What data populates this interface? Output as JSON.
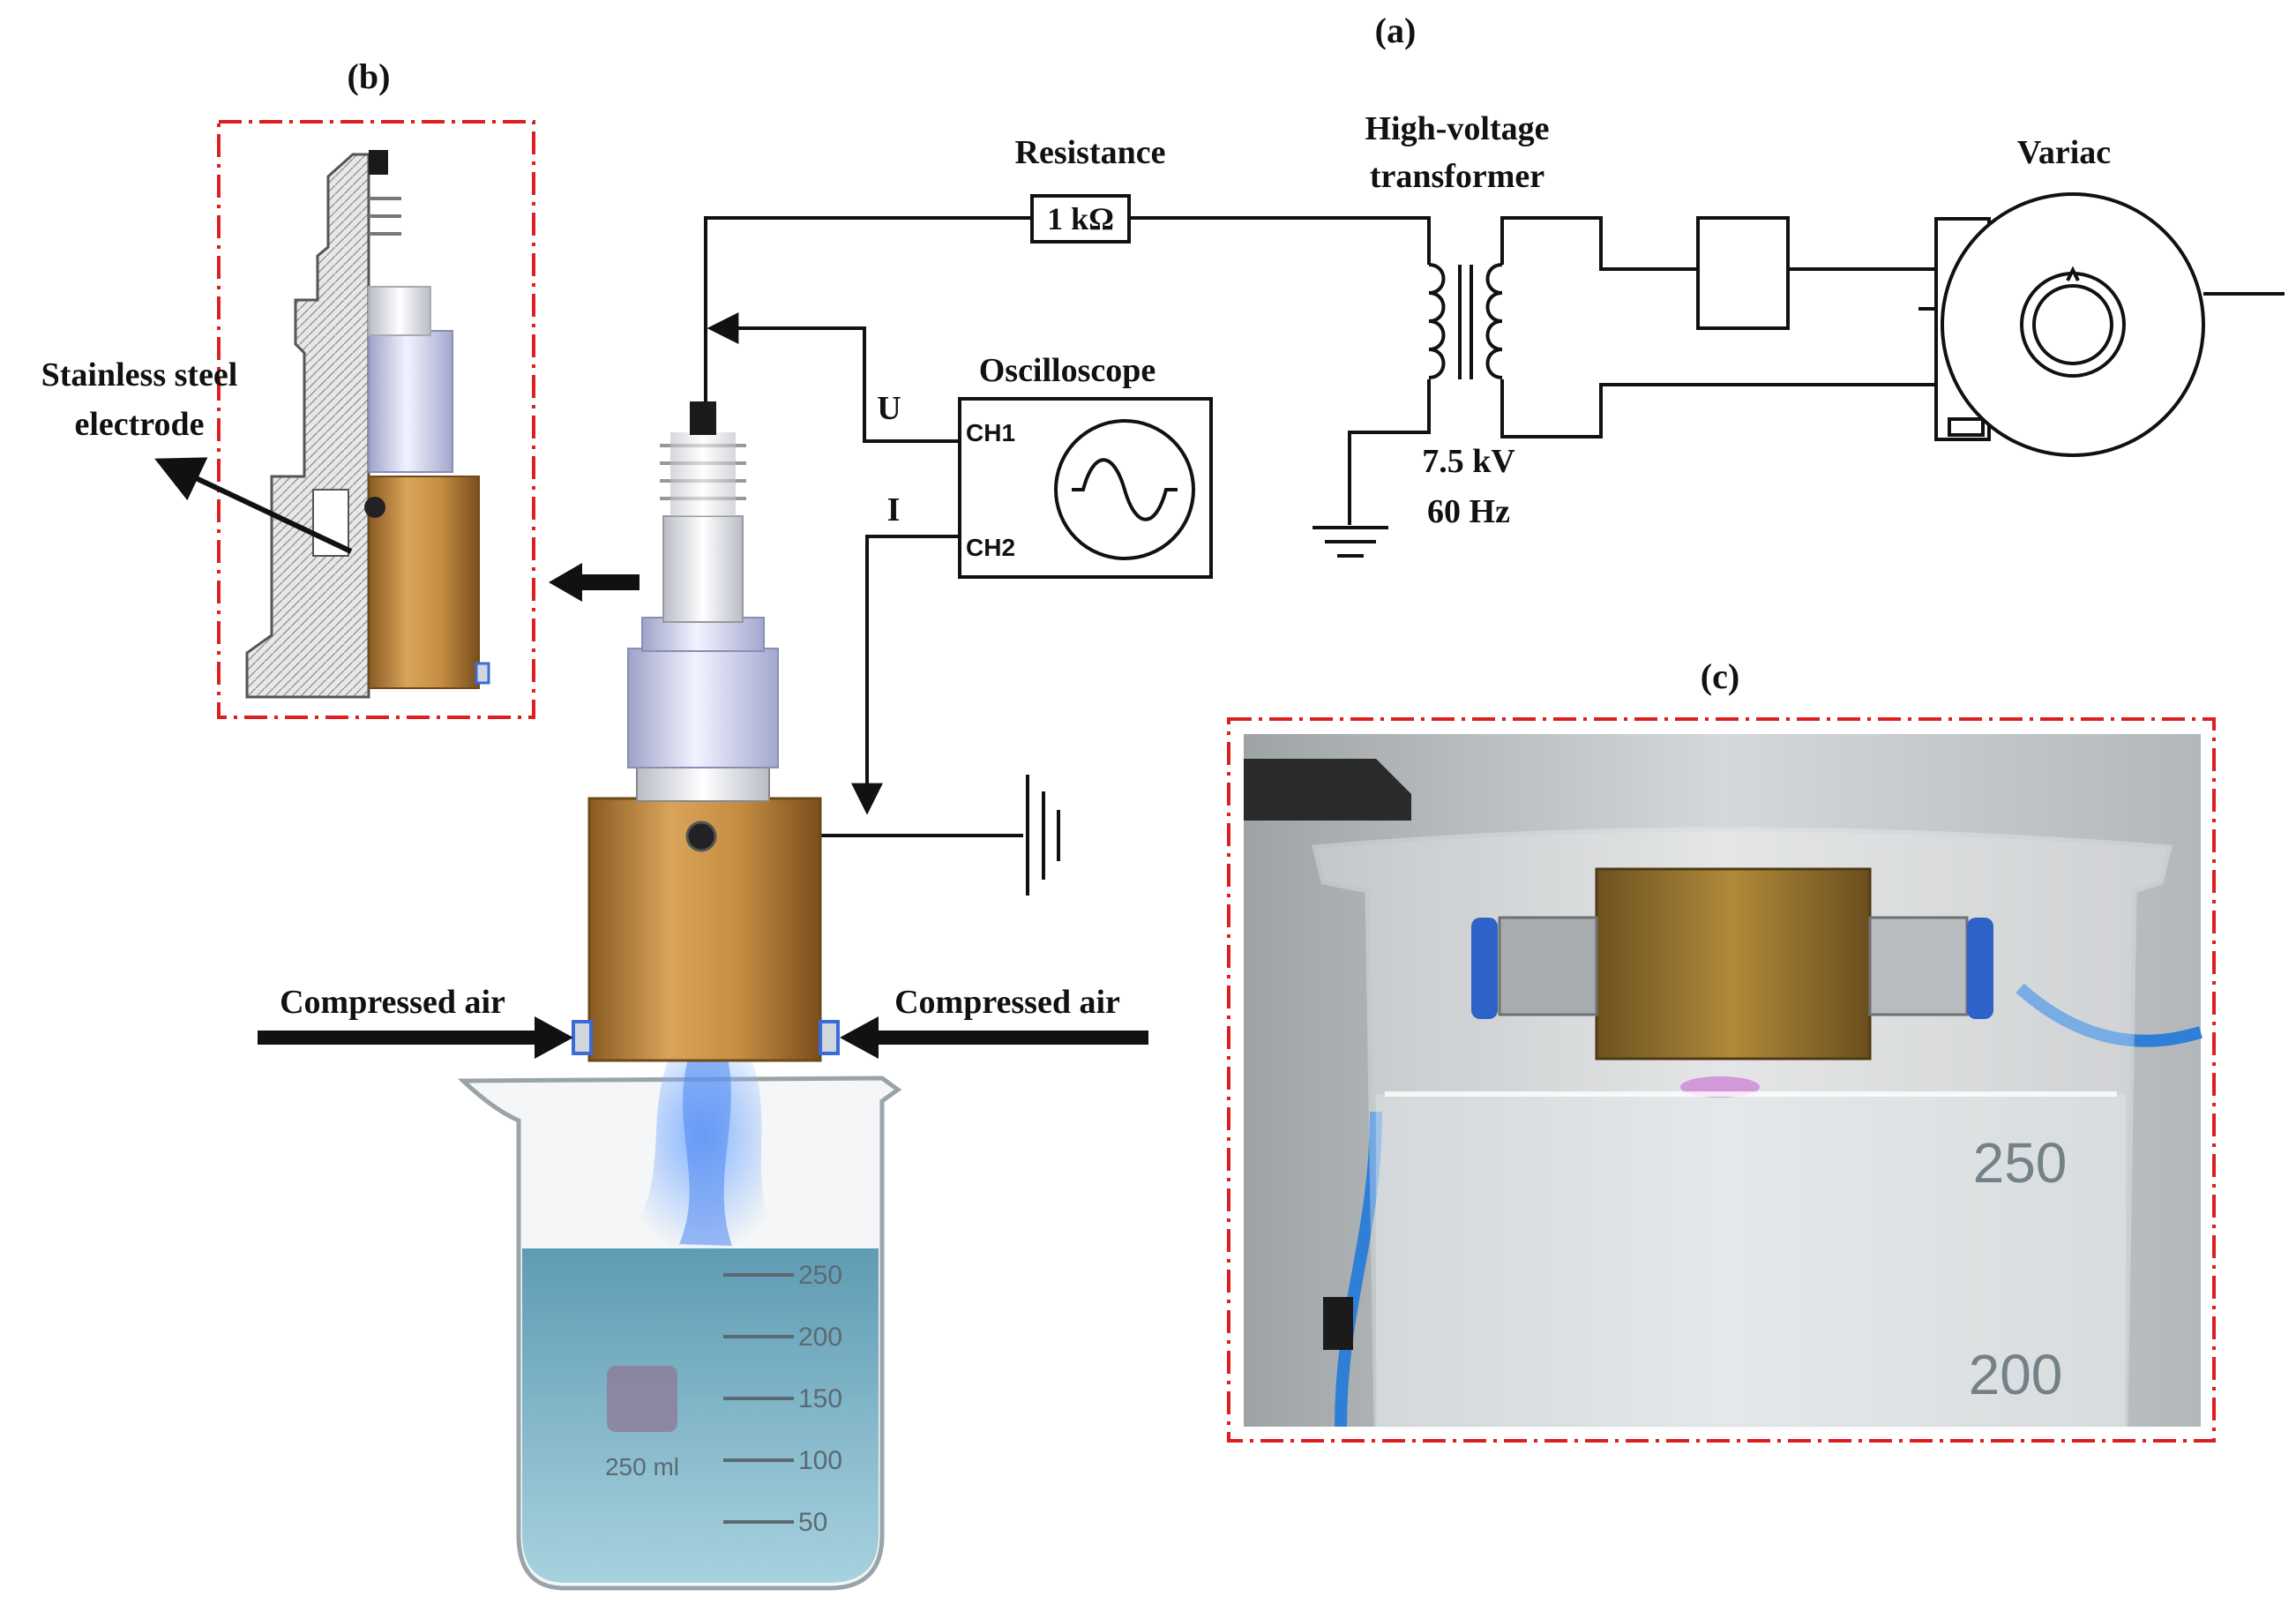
{
  "panels": {
    "a": "(a)",
    "b": "(b)",
    "c": "(c)"
  },
  "labels": {
    "resistance_title": "Resistance",
    "resistance_value": "1 kΩ",
    "transformer_line1": "High-voltage",
    "transformer_line2": "transformer",
    "variac": "Variac",
    "oscilloscope": "Oscilloscope",
    "ch1": "CH1",
    "ch2": "CH2",
    "voltage_probe": "U",
    "current_probe": "I",
    "voltage_rating": "7.5 kV",
    "frequency_rating": "60 Hz",
    "electrode_line1": "Stainless steel",
    "electrode_line2": "electrode",
    "air_left": "Compressed air",
    "air_right": "Compressed air"
  },
  "beaker_a": {
    "volume_label": "250 ml",
    "marks": [
      "250",
      "200",
      "150",
      "100",
      "50"
    ]
  },
  "beaker_c": {
    "marks": [
      "250",
      "200"
    ]
  },
  "colors": {
    "outline": "#111111",
    "callout_border": "#dd1f1f",
    "brass": "#c08a3e",
    "plasma": "#6f9fff",
    "liquid": "#7fb4c8",
    "insulator": "#c9cbe8"
  }
}
